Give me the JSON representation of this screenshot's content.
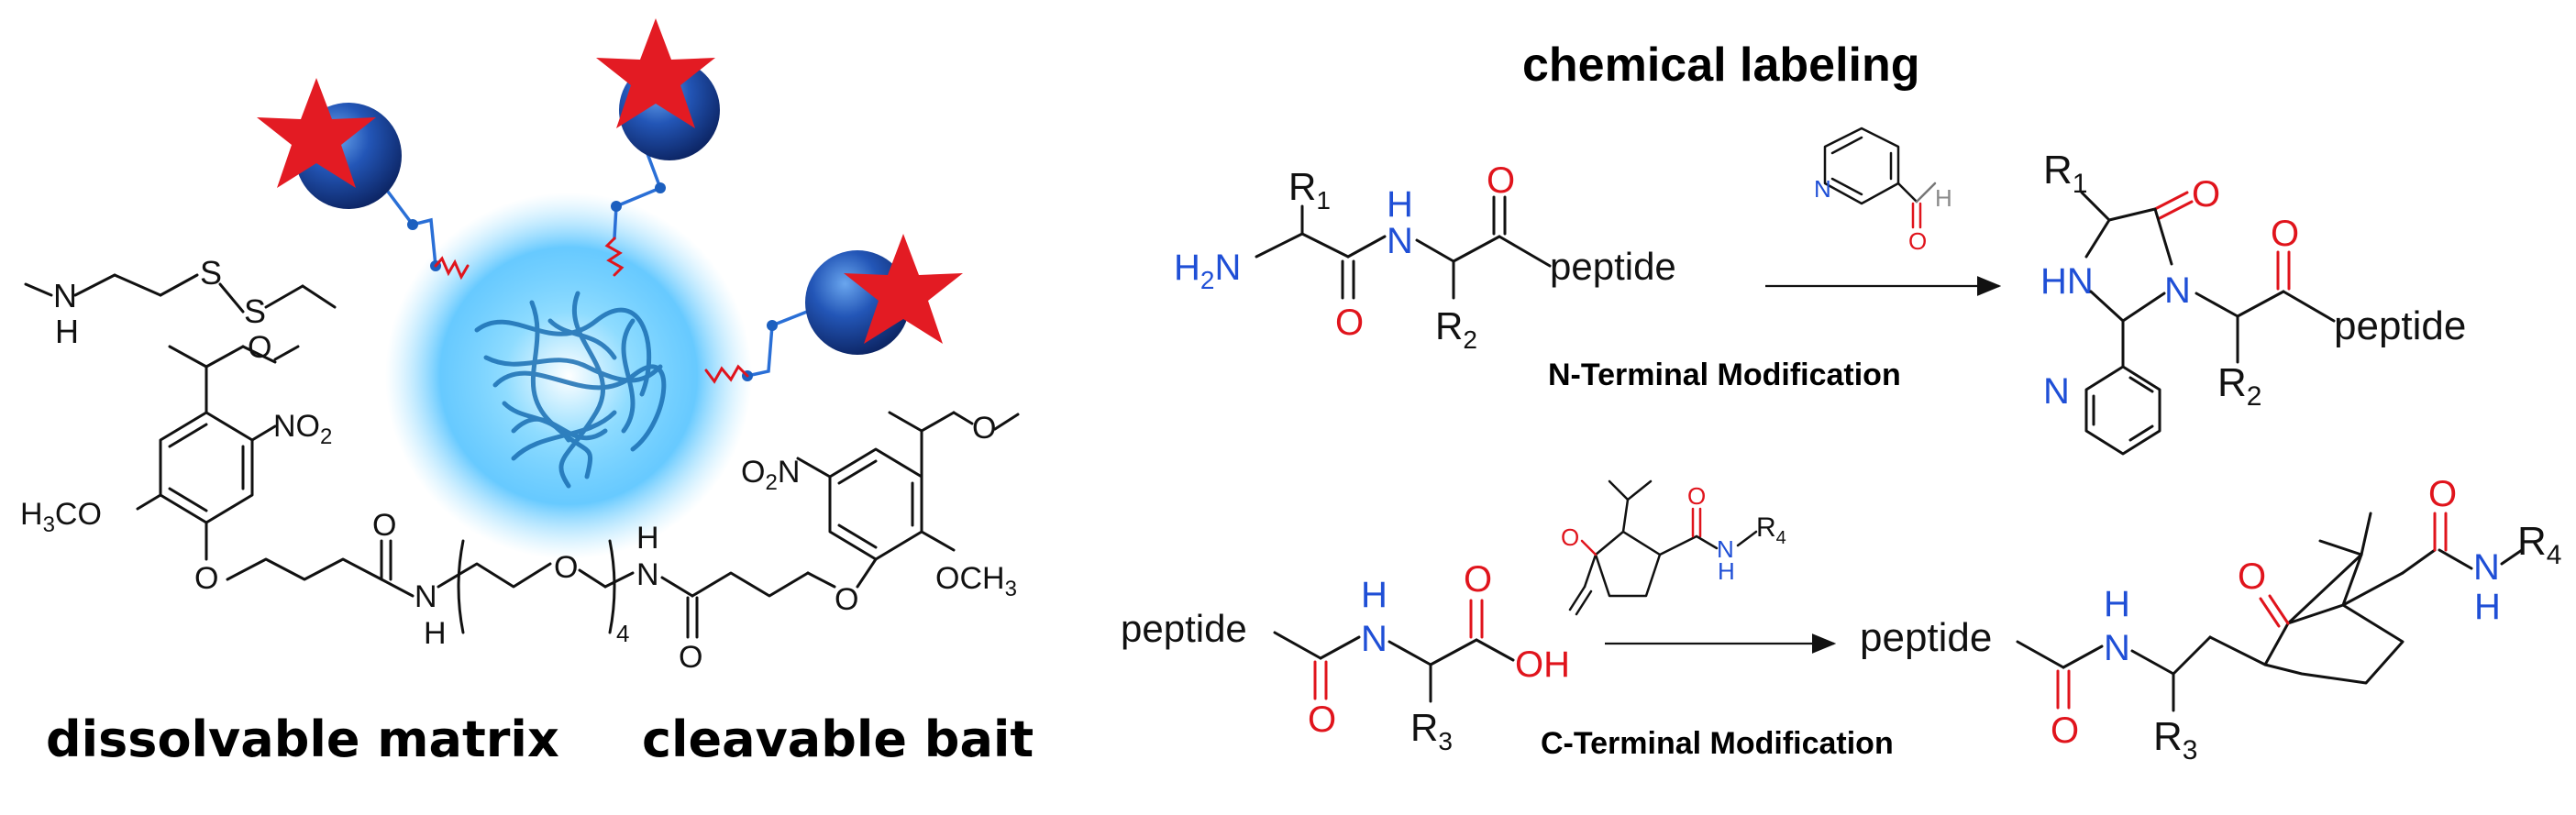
{
  "left_panel": {
    "matrix_label": "dissolvable matrix",
    "bait_label": "cleavable bait",
    "amine_fragment": {
      "nh": "N",
      "h": "H",
      "s1": "S",
      "s2": "S"
    },
    "linker": {
      "left_ring": {
        "nitro": "NO",
        "nitro_sub": "2",
        "methoxy_label": "H",
        "methoxy_sub": "3",
        "methoxy_tail": "CO",
        "o1": "O",
        "o_top": "O"
      },
      "right_ring": {
        "nitro_pre": "O",
        "nitro_sub": "2",
        "nitro": "N",
        "methoxy": "OCH",
        "methoxy_sub": "3",
        "o1": "O",
        "o_top": "O"
      },
      "amide1": {
        "o": "O",
        "nh": "N",
        "h": "H"
      },
      "peg": {
        "o": "O",
        "repeat": "4"
      },
      "amide2": {
        "nh": "N",
        "h": "H",
        "o": "O"
      }
    },
    "colors": {
      "star": "#e31b23",
      "sphere": "#1c3f95",
      "sphere_light": "#4a86d8",
      "matrix_glow": "#5ec8ff",
      "matrix_net": "#1b6fb3",
      "tether": "#2a6fd6",
      "zigzag": "#e0141c"
    }
  },
  "right_panel": {
    "heading": "chemical labeling",
    "n_terminal": {
      "label": "N-Terminal Modification",
      "reactant": {
        "h2n_a": "H",
        "h2n_sub": "2",
        "h2n_b": "N",
        "r1": "R",
        "r1_sub": "1",
        "nh_n": "N",
        "nh_h": "H",
        "o_amide": "O",
        "o_top": "O",
        "r2": "R",
        "r2_sub": "2",
        "peptide": "peptide"
      },
      "reagent": {
        "n": "N",
        "o": "O",
        "h": "H"
      },
      "product": {
        "r1": "R",
        "r1_sub": "1",
        "o_ring": "O",
        "hn": "HN",
        "n": "N",
        "o_top": "O",
        "peptide": "peptide",
        "r2": "R",
        "r2_sub": "2",
        "pyr_n": "N"
      }
    },
    "c_terminal": {
      "label": "C-Terminal Modification",
      "reactant": {
        "peptide": "peptide",
        "nh_n": "N",
        "nh_h": "H",
        "o_top": "O",
        "oh": "OH",
        "o_amide": "O",
        "r3": "R",
        "r3_sub": "3"
      },
      "reagent": {
        "o_ketone": "O",
        "o_amide": "O",
        "n": "N",
        "h": "H",
        "r4": "R",
        "r4_sub": "4"
      },
      "product": {
        "peptide": "peptide",
        "nh_n": "N",
        "nh_h": "H",
        "o_amide": "O",
        "r3": "R",
        "r3_sub": "3",
        "o_ketone": "O",
        "o_top": "O",
        "n": "N",
        "h": "H",
        "r4": "R",
        "r4_sub": "4"
      }
    }
  }
}
